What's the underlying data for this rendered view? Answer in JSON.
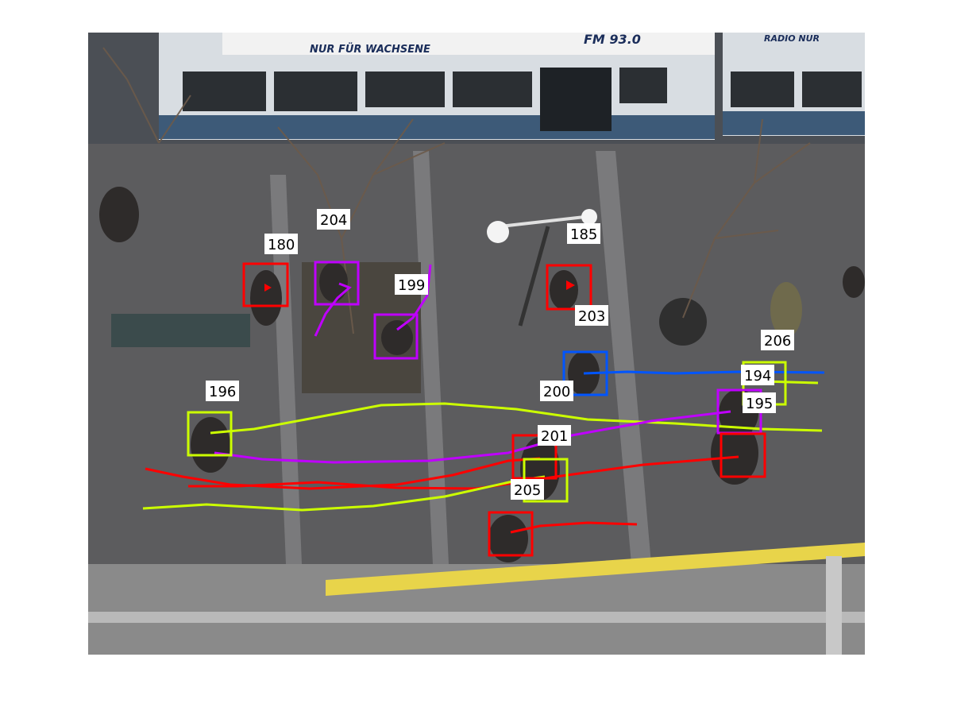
{
  "image": {
    "description_type": "pedestrian tracking overlay on surveillance photo"
  },
  "signage": {
    "tram_banner_1": "FM 93.0",
    "tram_banner_2": "NUR FÜR WACHSENE",
    "tram_banner_3": "RADIO NUR"
  },
  "colors": {
    "red": "#ff0000",
    "magenta": "#bf00ff",
    "yellow_green": "#ccff00",
    "blue": "#0055ff"
  },
  "tracks": [
    {
      "id": "180",
      "color": "red"
    },
    {
      "id": "204",
      "color": "magenta"
    },
    {
      "id": "199",
      "color": "magenta"
    },
    {
      "id": "185",
      "color": "red"
    },
    {
      "id": "203",
      "color": "red"
    },
    {
      "id": "206",
      "color": "yellow_green"
    },
    {
      "id": "194",
      "color": "yellow_green"
    },
    {
      "id": "195",
      "color": "magenta"
    },
    {
      "id": "200",
      "color": "blue"
    },
    {
      "id": "196",
      "color": "yellow_green"
    },
    {
      "id": "201",
      "color": "red"
    },
    {
      "id": "205",
      "color": "yellow_green"
    }
  ]
}
